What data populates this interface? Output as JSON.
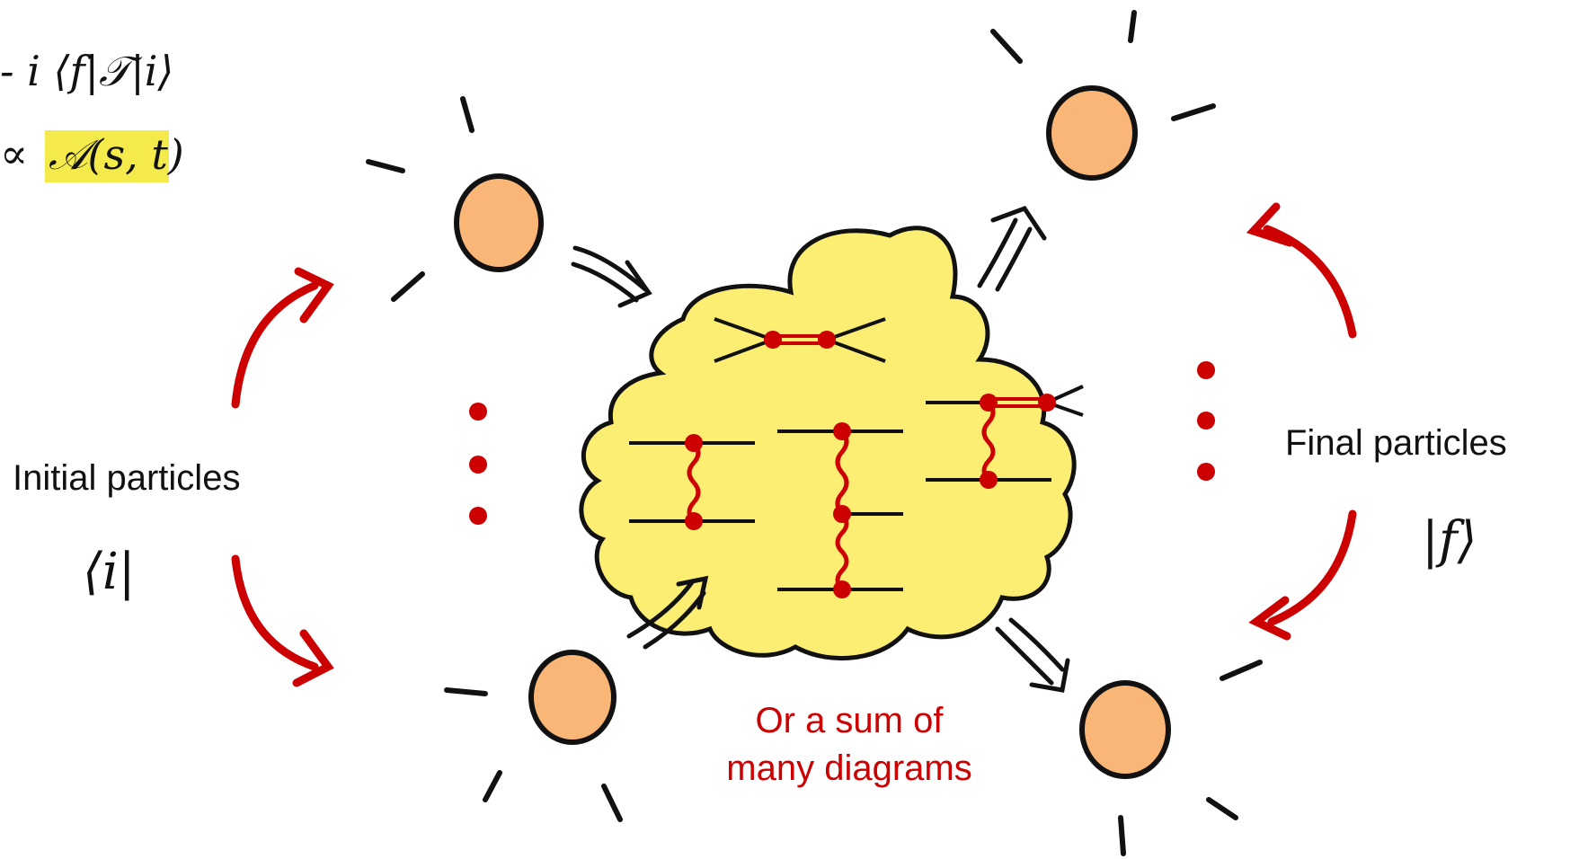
{
  "formula": {
    "line1": "- i ⟨f|𝒯|i⟩",
    "line2_prefix": "∝",
    "line2_highlight": "𝒜(s, t)"
  },
  "labels": {
    "initial_particles": "Initial particles",
    "initial_state": "⟨i|",
    "final_particles": "Final particles",
    "final_state": "|f⟩",
    "caption_line1": "Or a sum of",
    "caption_line2": "many diagrams"
  },
  "colors": {
    "accent_red": "#cc0000",
    "cloud_fill": "#fbee73",
    "particle_fill": "#f9b676",
    "highlight": "#f5ea4c"
  }
}
